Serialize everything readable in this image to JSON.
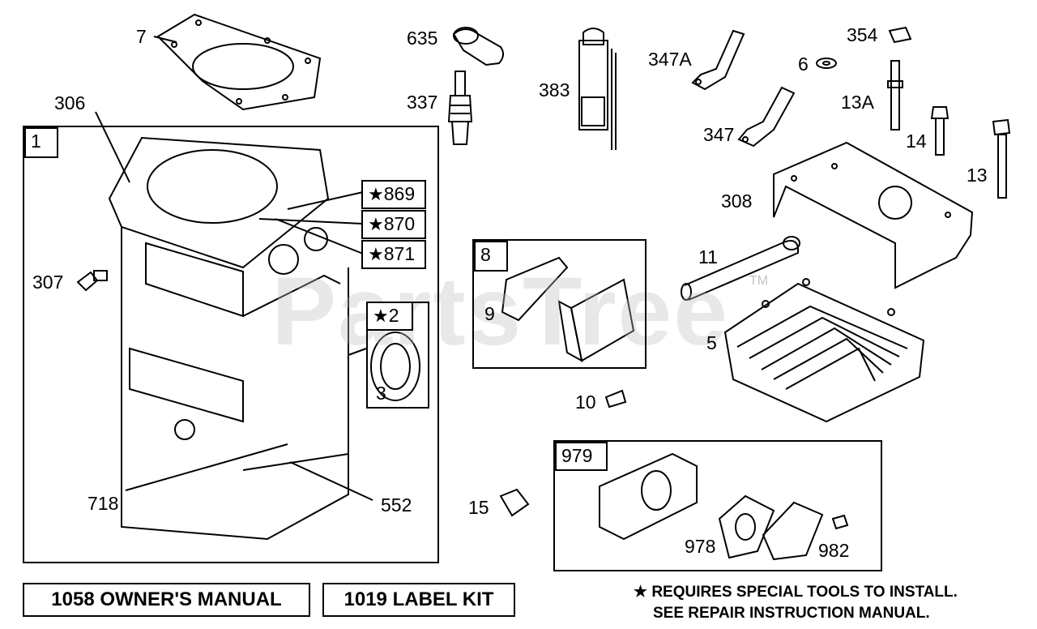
{
  "watermark": {
    "text": "PartsTree",
    "tm": "TM"
  },
  "callouts": {
    "c7": "7",
    "c635": "635",
    "c337": "337",
    "c383": "383",
    "c347a": "347A",
    "c347": "347",
    "c6": "6",
    "c354": "354",
    "c13a": "13A",
    "c14": "14",
    "c13": "13",
    "c308": "308",
    "c306": "306",
    "c307": "307",
    "c11": "11",
    "c5": "5",
    "c9": "9",
    "c10": "10",
    "c718": "718",
    "c552": "552",
    "c15": "15",
    "c978": "978",
    "c982": "982",
    "c3": "3"
  },
  "boxes": {
    "b1": "1",
    "b8": "8",
    "b979": "979",
    "b2": "2",
    "b869": "869",
    "b870": "870",
    "b871": "871"
  },
  "star_symbol": "★",
  "bottom": {
    "owners_manual": "1058 OWNER'S MANUAL",
    "label_kit": "1019 LABEL KIT"
  },
  "note": {
    "line1": "REQUIRES SPECIAL TOOLS TO INSTALL.",
    "line2": "SEE REPAIR INSTRUCTION MANUAL."
  }
}
